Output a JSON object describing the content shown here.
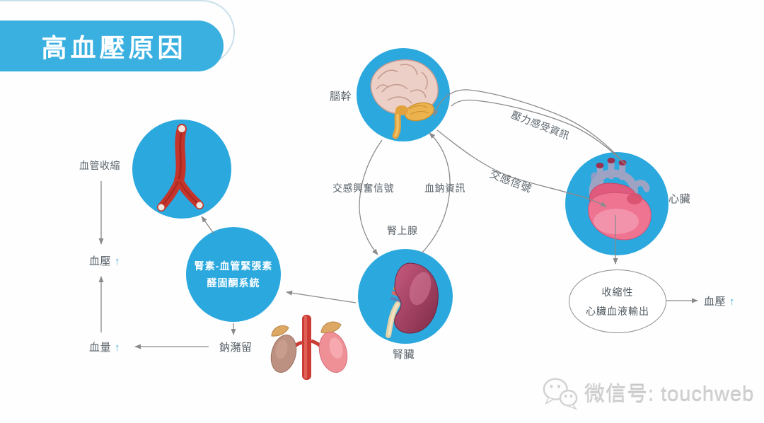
{
  "title": "高血壓原因",
  "diagram": {
    "brain": {
      "label": "腦幹"
    },
    "heart": {
      "label": "心臟"
    },
    "vessel": {
      "label": "血管收縮"
    },
    "kidney": {
      "label": "腎臟"
    },
    "adrenal_label": "腎上腺",
    "raas": {
      "line1": "腎素-血管緊張素",
      "line2": "醛固酮系統"
    },
    "cardiac_output": {
      "line1": "收縮性",
      "line2": "心臟血液輸出"
    },
    "edges": {
      "pressure_info": "壓力感受資訊",
      "sympathetic_signal": "交感信號",
      "sympathetic_excitation": "交感興奮信號",
      "blood_sodium_info": "血鈉資訊",
      "sodium_retention": "鈉瀦留"
    },
    "outcomes": {
      "bp_left": {
        "label": "血壓",
        "arrow": "↑"
      },
      "blood_volume": {
        "label": "血量",
        "arrow": "↑"
      },
      "bp_right": {
        "label": "血壓",
        "arrow": "↑"
      }
    }
  },
  "watermark": {
    "icon": "wechat-icon",
    "label": "微信号: touchweb"
  },
  "colors": {
    "circle_blue": "#2BA8DE",
    "pill_blue": "#3AB0E0",
    "arrow_gray": "#8B8B8B",
    "label_gray": "#59626A",
    "up_arrow_blue": "#3FA9D0"
  }
}
